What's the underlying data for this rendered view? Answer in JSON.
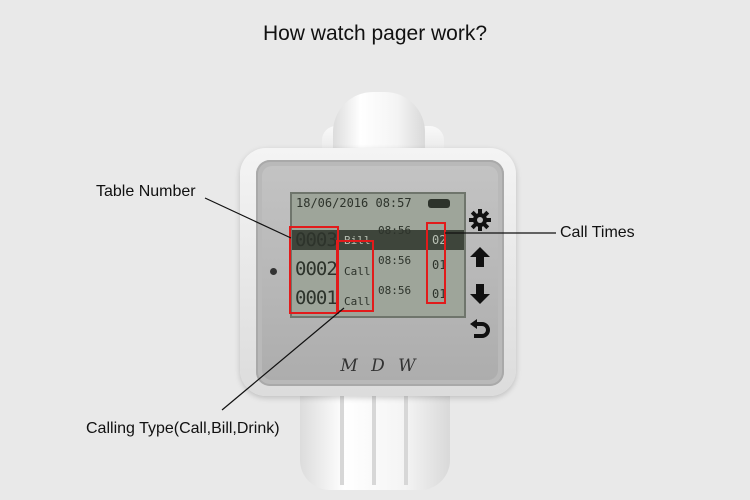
{
  "title": "How watch pager work?",
  "labels": {
    "table_number": "Table Number",
    "call_times": "Call Times",
    "calling_type": "Calling Type(Call,Bill,Drink)"
  },
  "device": {
    "brand": "M D W",
    "screen": {
      "date": "18/06/2016",
      "time": "08:57",
      "rows": [
        {
          "table": "0003",
          "type": "Bill",
          "time": "08:56",
          "count": "02",
          "highlighted": true
        },
        {
          "table": "0002",
          "type": "Call",
          "time": "08:56",
          "count": "01",
          "highlighted": false
        },
        {
          "table": "0001",
          "type": "Call",
          "time": "08:56",
          "count": "01",
          "highlighted": false
        }
      ]
    },
    "buttons": [
      "gear-icon",
      "arrow-up-icon",
      "arrow-down-icon",
      "return-icon"
    ]
  },
  "colors": {
    "annotation": "#e21b1b",
    "background": "#e9e9e9"
  }
}
